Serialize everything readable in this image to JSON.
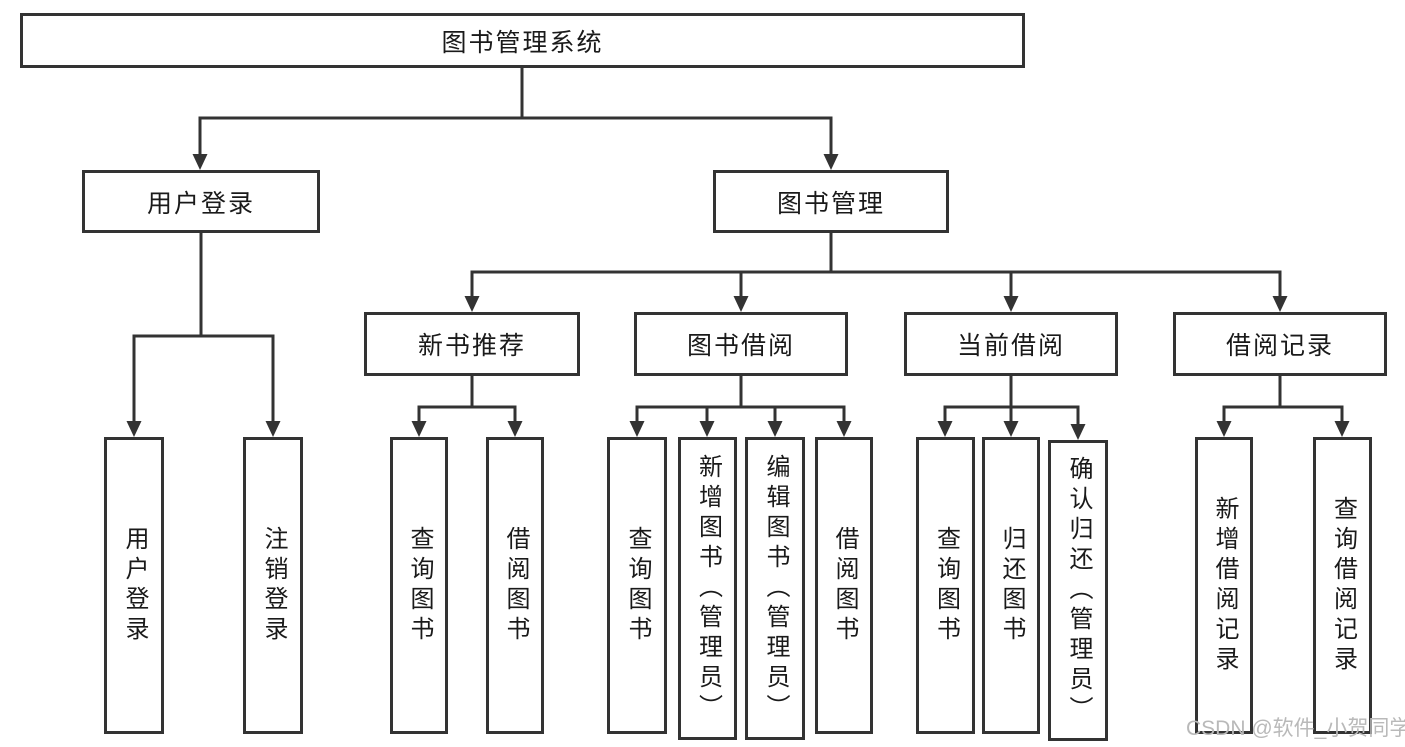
{
  "tree": {
    "root": {
      "label": "图书管理系统"
    },
    "branches": [
      {
        "label": "用户登录",
        "children": [
          {
            "label": "用户登录"
          },
          {
            "label": "注销登录"
          }
        ]
      },
      {
        "label": "图书管理",
        "children": [
          {
            "label": "新书推荐",
            "children": [
              {
                "label": "查询图书"
              },
              {
                "label": "借阅图书"
              }
            ]
          },
          {
            "label": "图书借阅",
            "children": [
              {
                "label": "查询图书"
              },
              {
                "label": "新增图书（管理员）"
              },
              {
                "label": "编辑图书（管理员）"
              },
              {
                "label": "借阅图书"
              }
            ]
          },
          {
            "label": "当前借阅",
            "children": [
              {
                "label": "查询图书"
              },
              {
                "label": "归还图书"
              },
              {
                "label": "确认归还（管理员）"
              }
            ]
          },
          {
            "label": "借阅记录",
            "children": [
              {
                "label": "新增借阅记录"
              },
              {
                "label": "查询借阅记录"
              }
            ]
          }
        ]
      }
    ]
  },
  "watermark": {
    "text": "CSDN @软件_小贺同学"
  },
  "colors": {
    "line": "#333333",
    "box_border": "#333333",
    "text": "#1a1a1a",
    "watermark": "#b9b9b9",
    "background": "#ffffff"
  }
}
